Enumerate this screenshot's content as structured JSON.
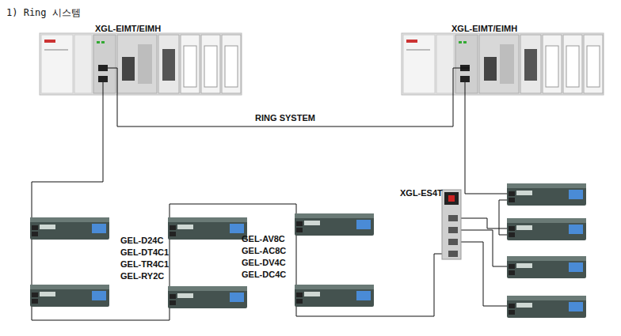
{
  "diagram": {
    "title": "1) Ring 시스템",
    "nodes": [
      {
        "text": [
          "XGL-EIMT/EIMH"
        ]
      },
      {
        "text": [
          "XGL-EIMT/EIMH"
        ]
      },
      {
        "text": [
          "XGL-ES4T"
        ]
      }
    ],
    "edges": [
      {
        "from": 0,
        "to": 1,
        "arrow": "none",
        "label": "RING SYSTEM"
      }
    ],
    "labels": [
      "GEL-D24C",
      "GEL-DT4C1",
      "GEL-TR4C1",
      "GEL-RY2C",
      "GEL-AV8C",
      "GEL-AC8C",
      "GEL-DV4C",
      "GEL-DC4C"
    ]
  }
}
